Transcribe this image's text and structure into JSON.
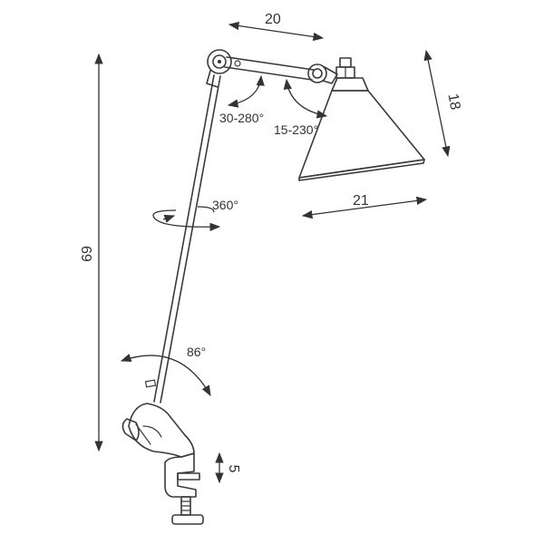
{
  "dimensions": {
    "arm_upper_length": "20",
    "shade_height": "18",
    "shade_width": "21",
    "total_height": "69",
    "clamp_opening": "5"
  },
  "angles": {
    "elbow": "30-280°",
    "head": "15-230°",
    "arm_rotation": "360°",
    "base_tilt": "86°"
  },
  "colors": {
    "line": "#3a3a3a",
    "dimension": "#333333",
    "background": "#ffffff"
  }
}
